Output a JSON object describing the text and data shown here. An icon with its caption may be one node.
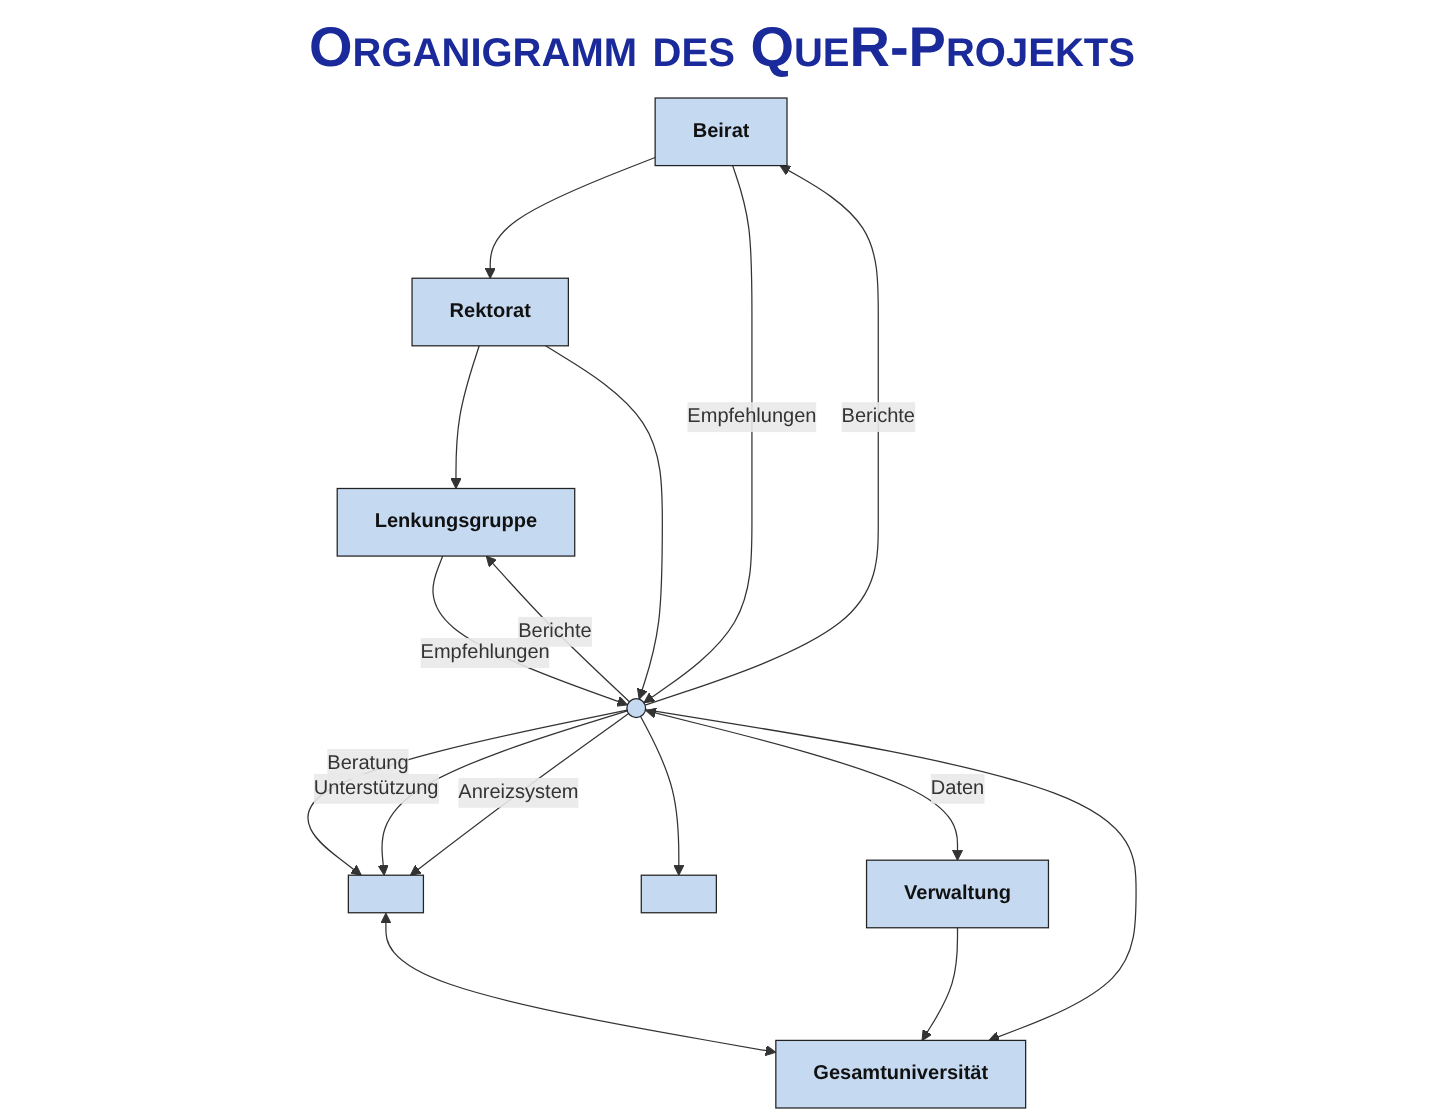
{
  "diagram": {
    "title": "Organigramm des QueR-Projekts",
    "nodes": [
      {
        "text": [
          "Beirat"
        ]
      },
      {
        "text": [
          "Rektorat"
        ]
      },
      {
        "text": [
          "Lenkungsgruppe"
        ]
      },
      {
        "text": [],
        "shape": "circle"
      },
      {
        "text": [],
        "shape": "box"
      },
      {
        "text": [],
        "shape": "box"
      },
      {
        "text": [
          "Verwaltung"
        ]
      },
      {
        "text": [
          "Gesamtuniversität"
        ]
      }
    ],
    "edges": [
      {
        "from": 0,
        "to": 1,
        "arrow": "to"
      },
      {
        "from": 1,
        "to": 2,
        "arrow": "to"
      },
      {
        "from": 1,
        "to": 3,
        "arrow": "to"
      },
      {
        "from": 0,
        "to": 3,
        "label": "Empfehlungen",
        "arrow": "to"
      },
      {
        "from": 3,
        "to": 0,
        "label": "Berichte",
        "arrow": "to"
      },
      {
        "from": 2,
        "to": 3,
        "label": "Empfehlungen",
        "arrow": "to"
      },
      {
        "from": 3,
        "to": 2,
        "label": "Berichte",
        "arrow": "to"
      },
      {
        "from": 3,
        "to": 4,
        "label": "Beratung",
        "arrow": "to"
      },
      {
        "from": 3,
        "to": 4,
        "label": "Unterstützung",
        "arrow": "to"
      },
      {
        "from": 3,
        "to": 4,
        "label": "Anreizsystem",
        "arrow": "to"
      },
      {
        "from": 3,
        "to": 5,
        "arrow": "to"
      },
      {
        "from": 3,
        "to": 6,
        "label": "Daten",
        "arrow": "both"
      },
      {
        "from": 3,
        "to": 7,
        "arrow": "to"
      },
      {
        "from": 6,
        "to": 7,
        "arrow": "to"
      },
      {
        "from": 4,
        "to": 7,
        "arrow": "both"
      }
    ]
  }
}
